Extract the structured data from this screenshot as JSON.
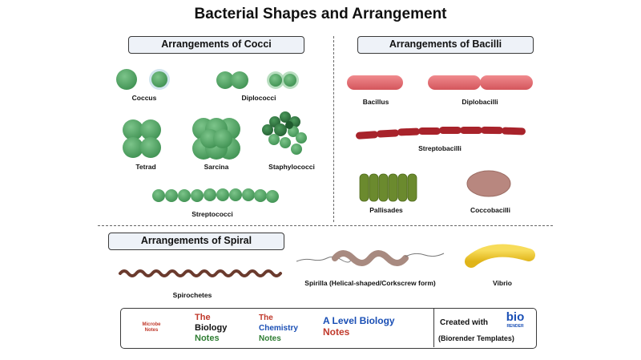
{
  "title": "Bacterial Shapes and Arrangement",
  "sections": {
    "cocci": "Arrangements of Cocci",
    "bacilli": "Arrangements of Bacilli",
    "spiral": "Arrangements of Spiral"
  },
  "labels": {
    "coccus": "Coccus",
    "diplococci": "Diplococci",
    "tetrad": "Tetrad",
    "sarcina": "Sarcina",
    "staphylococci": "Staphylococci",
    "streptococci": "Streptococci",
    "bacillus": "Bacillus",
    "diplobacilli": "Diplobacilli",
    "streptobacilli": "Streptobacilli",
    "pallisades": "Pallisades",
    "coccobacilli": "Coccobacilli",
    "spirochetes": "Spirochetes",
    "spirilla": "Spirilla (Helical-shaped/Corkscrew form)",
    "vibrio": "Vibrio"
  },
  "footer": {
    "microbe_notes_line1": "Microbe",
    "microbe_notes_line2": "Notes",
    "biology_notes": [
      "The",
      "Biology",
      "Notes"
    ],
    "chemistry_notes": [
      "The",
      "Chemistry",
      "Notes"
    ],
    "alevel_line1": "A Level Biology",
    "alevel_line2": "Notes",
    "created_with": "Created with",
    "bio_word": "bio",
    "render_word": "RENDER",
    "templates": "(Biorender Templates)"
  },
  "colors": {
    "cocci_green": "#5aa86a",
    "bacilli_red": "#e06a6f",
    "strepto_red": "#a8232b",
    "pallisade_green": "#6b8a2e",
    "coccobacilli_brown": "#b8877f",
    "spiral_brown": "#6b3b2e",
    "vibrio_yellow": "#f2cc2f"
  }
}
